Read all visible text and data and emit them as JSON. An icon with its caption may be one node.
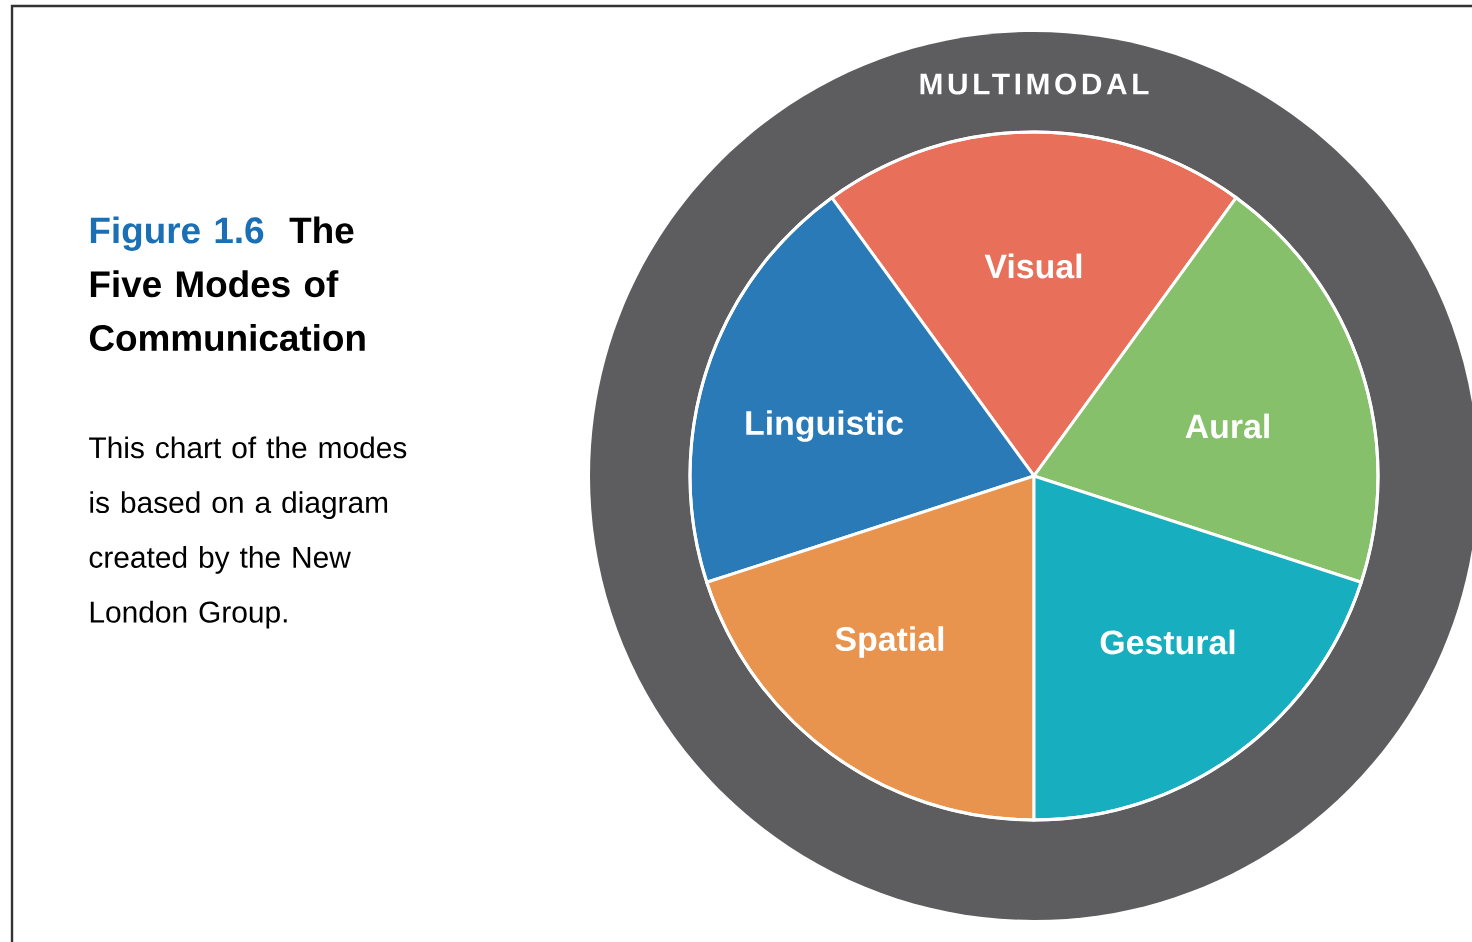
{
  "diagram": {
    "title": "The Five Modes of Communication",
    "caption": "This chart of the modes is based on a diagram created by the New London Group.",
    "nodes": [
      {
        "text": [
          "MULTIMODAL"
        ]
      },
      {
        "text": [
          "Visual"
        ],
        "in": 0
      },
      {
        "text": [
          "Linguistic"
        ],
        "in": 0
      },
      {
        "text": [
          "Aural"
        ],
        "in": 0
      },
      {
        "text": [
          "Spatial"
        ],
        "in": 0
      },
      {
        "text": [
          "Gestural"
        ],
        "in": 0
      }
    ],
    "labels": [
      "Figure 1.6"
    ]
  }
}
